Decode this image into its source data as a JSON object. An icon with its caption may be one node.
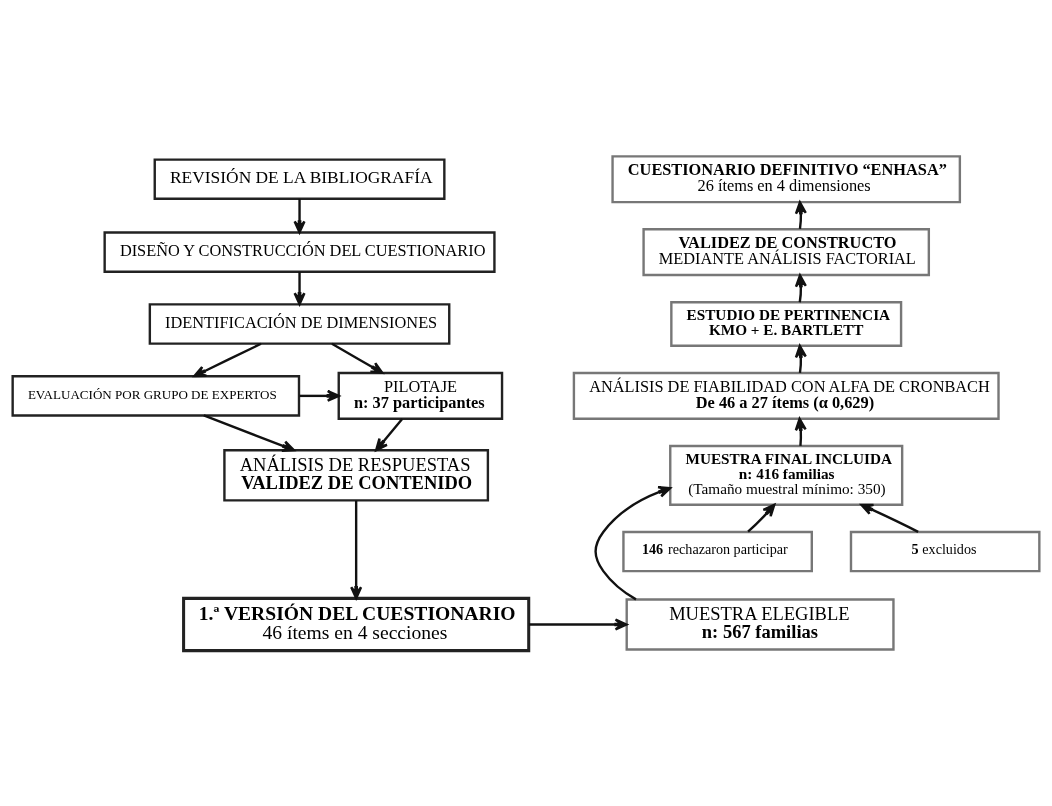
{
  "diagram": {
    "nodes": [
      {
        "text": [
          "REVISIÓN DE LA BIBLIOGRAFÍA"
        ]
      },
      {
        "text": [
          "DISEÑO Y CONSTRUCCIÓN DEL CUESTIONARIO"
        ]
      },
      {
        "text": [
          "IDENTIFICACIÓN DE DIMENSIONES"
        ]
      },
      {
        "text": [
          "EVALUACIÓN POR GRUPO DE EXPERTOS"
        ]
      },
      {
        "text": [
          "PILOTAJE",
          "n: 37 participantes"
        ]
      },
      {
        "text": [
          "ANÁLISIS DE RESPUESTAS",
          "VALIDEZ DE CONTENIDO"
        ]
      },
      {
        "text": [
          "1.ª VERSIÓN DEL CUESTIONARIO",
          "46 ítems en 4 secciones"
        ]
      },
      {
        "text": [
          "MUESTRA ELEGIBLE",
          "n: 567 familias"
        ]
      },
      {
        "text": [
          "**146** rechazaron participar"
        ]
      },
      {
        "text": [
          "**5** excluidos"
        ]
      },
      {
        "text": [
          "MUESTRA FINAL INCLUIDA",
          "n: 416 familias",
          "(Tamaño muestral mínimo: 350)"
        ]
      },
      {
        "text": [
          "ANÁLISIS DE FIABILIDAD CON ALFA DE CRONBACH",
          "De 46 a 27 ítems (α 0,629)"
        ]
      },
      {
        "text": [
          "ESTUDIO DE PERTINENCIA",
          "KMO + E. BARTLETT"
        ]
      },
      {
        "text": [
          "VALIDEZ DE CONSTRUCTO",
          "MEDIANTE ANÁLISIS FACTORIAL"
        ]
      },
      {
        "text": [
          "CUESTIONARIO DEFINITIVO “ENHASA”",
          "26 ítems en 4 dimensiones"
        ]
      }
    ],
    "edges": [
      {
        "from": 0,
        "to": 1,
        "arrow": "to"
      },
      {
        "from": 1,
        "to": 2,
        "arrow": "to"
      },
      {
        "from": 2,
        "to": 3,
        "arrow": "to"
      },
      {
        "from": 2,
        "to": 4,
        "arrow": "to"
      },
      {
        "from": 3,
        "to": 4,
        "arrow": "to"
      },
      {
        "from": 3,
        "to": 5,
        "arrow": "to"
      },
      {
        "from": 4,
        "to": 5,
        "arrow": "to"
      },
      {
        "from": 5,
        "to": 6,
        "arrow": "to"
      },
      {
        "from": 6,
        "to": 7,
        "arrow": "to"
      },
      {
        "from": 7,
        "to": 10,
        "arrow": "to"
      },
      {
        "from": 8,
        "to": 10,
        "arrow": "to"
      },
      {
        "from": 9,
        "to": 10,
        "arrow": "to"
      },
      {
        "from": 10,
        "to": 11,
        "arrow": "to"
      },
      {
        "from": 11,
        "to": 12,
        "arrow": "to"
      },
      {
        "from": 12,
        "to": 13,
        "arrow": "to"
      },
      {
        "from": 13,
        "to": 14,
        "arrow": "to"
      }
    ]
  }
}
